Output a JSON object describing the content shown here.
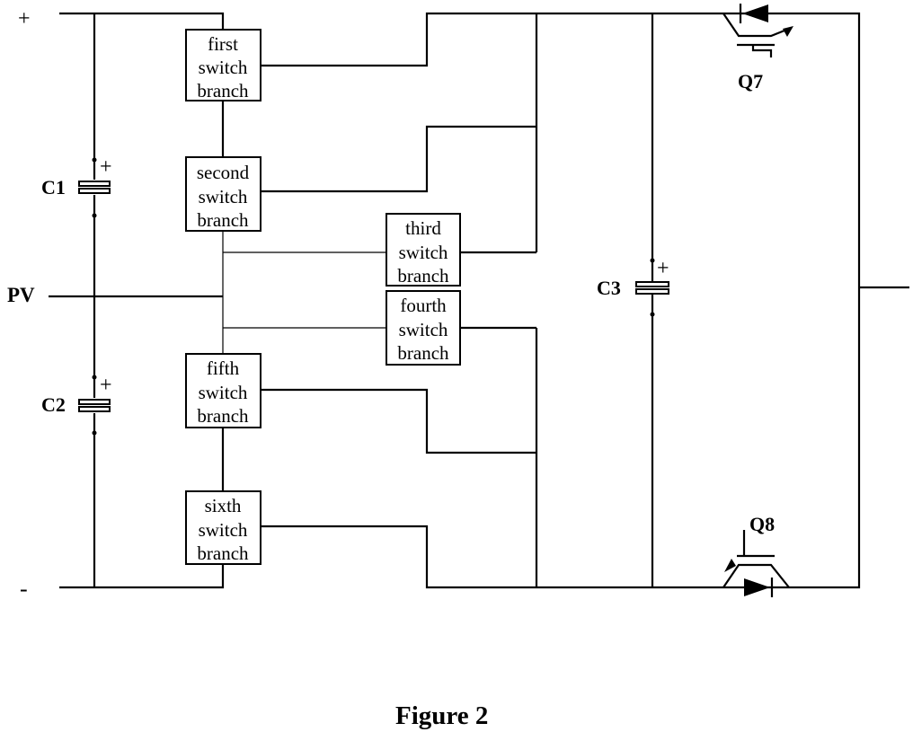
{
  "terminals": {
    "positive": "+",
    "negative": "-",
    "pv": "PV",
    "polarity_mark": "+"
  },
  "capacitors": [
    "C1",
    "C2",
    "C3"
  ],
  "branches": [
    [
      "first",
      "switch",
      "branch"
    ],
    [
      "second",
      "switch",
      "branch"
    ],
    [
      "third",
      "switch",
      "branch"
    ],
    [
      "fourth",
      "switch",
      "branch"
    ],
    [
      "fifth",
      "switch",
      "branch"
    ],
    [
      "sixth",
      "switch",
      "branch"
    ]
  ],
  "transistors": {
    "upper": "Q7",
    "lower": "Q8"
  },
  "caption": "Figure 2"
}
